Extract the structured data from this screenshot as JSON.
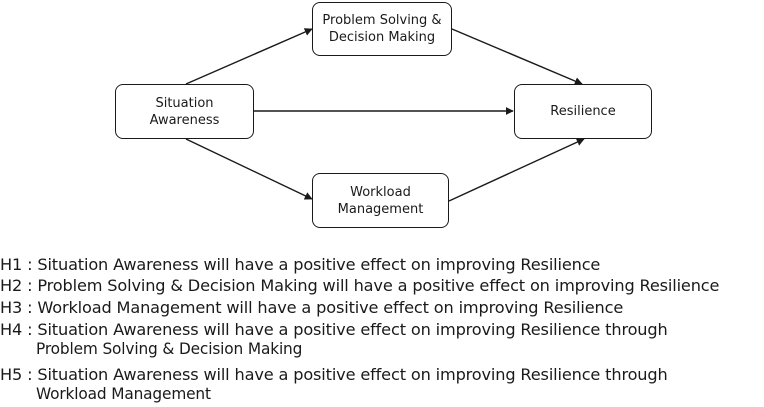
{
  "nodes": {
    "situation_awareness": [
      "Situation",
      "Awareness"
    ],
    "problem_solving": [
      "Problem Solving &",
      "Decision Making"
    ],
    "workload": [
      "Workload",
      "Management"
    ],
    "resilience": [
      "Resilience"
    ]
  },
  "hypotheses": [
    {
      "lines": [
        "H1 : Situation Awareness will have a positive effect on improving Resilience"
      ]
    },
    {
      "lines": [
        "H2 : Problem Solving & Decision Making will have a positive effect on improving Resilience"
      ]
    },
    {
      "lines": [
        "H3 : Workload Management will have a positive effect on improving Resilience"
      ]
    },
    {
      "lines": [
        "H4 : Situation Awareness will have a positive effect on improving Resilience through",
        "Problem Solving & Decision Making"
      ]
    },
    {
      "lines": [
        "H5 : Situation Awareness will have a positive effect on improving Resilience through",
        "Workload Management"
      ]
    }
  ]
}
